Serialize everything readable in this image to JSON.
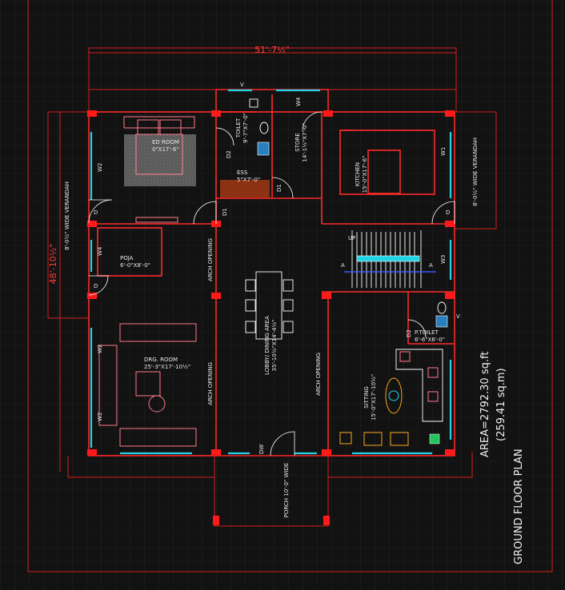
{
  "plan": {
    "overall_width_dim": "51'-7½\"",
    "overall_depth_dim": "48'-10½\"",
    "area_sqft": "AREA=2792.30 sq.ft",
    "area_sqm": "(259.41 sq.m)",
    "title": "GROUND FLOOR PLAN"
  },
  "rooms": {
    "bedroom": "ED ROOM",
    "bedroom_size": "0\"X17'-6\"",
    "toilet": "TOILET",
    "toilet_size": "9'-7\"X7'-0\"",
    "store": "STORE",
    "store_size": "14'-1½\"X7'-0\"",
    "press": "ESS",
    "press_size": "5\"X7'-0\"",
    "kitchen": "KITCHEN",
    "kitchen_size": "15'-0\"X17'-6\"",
    "pooja": "POJA",
    "pooja_size": "6'-0\"X8'-0\"",
    "drawing_room": "DRG. ROOM",
    "drawing_room_size": "25'-3\"X17'-10½\"",
    "lobby": "LOBBY/ DINING AREA",
    "lobby_size": "35'-10½\"X14'-4½\"",
    "sitting": "SITTING",
    "sitting_size": "15'-0\"X17'-10½\"",
    "p_toilet": "P.TOILET",
    "p_toilet_size": "6'-6\"X6'-0\"",
    "porch": "PORCH 10'-0\" WIDE",
    "verandah_left": "8'-0½\" WIDE VERANDAH",
    "verandah_right": "8'-0½\" WIDE VERANDAH"
  },
  "labels": {
    "arch_opening": "ARCH OPENING",
    "up": "UP",
    "section_a": "A",
    "door_d": "D",
    "door_d1": "D1",
    "door_d2": "D2",
    "door_dw": "DW",
    "window_w1": "W1",
    "window_w2": "W2",
    "window_w3": "W3",
    "window_w4": "W4",
    "vent_v": "V"
  },
  "colors": {
    "background": "#121212",
    "grid": "#2a2a2a",
    "wall": "#ff2a2a",
    "window": "#22d3e8",
    "furniture": "#ff7a8a",
    "text": "#e8e8e8"
  }
}
